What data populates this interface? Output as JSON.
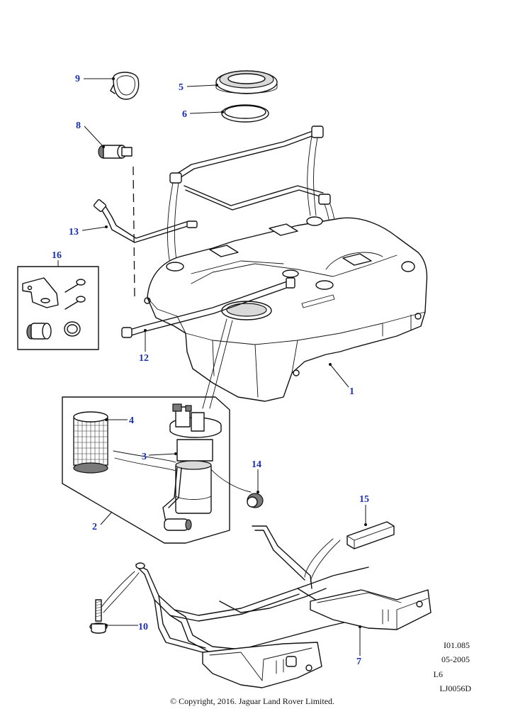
{
  "callouts": {
    "c1": "1",
    "c2": "2",
    "c3": "3",
    "c4": "4",
    "c5": "5",
    "c6": "6",
    "c7": "7",
    "c8": "8",
    "c9": "9",
    "c10": "10",
    "c12": "12",
    "c13": "13",
    "c14": "14",
    "c15": "15",
    "c16": "16"
  },
  "meta": {
    "ref": "I01.085",
    "date": "05-2005",
    "engine": "L6",
    "drawing_id": "LJ0056D"
  },
  "copyright": "© Copyright, 2016. Jaguar Land Rover Limited.",
  "colors": {
    "callout": "#1a2fb0",
    "line": "#111111"
  }
}
